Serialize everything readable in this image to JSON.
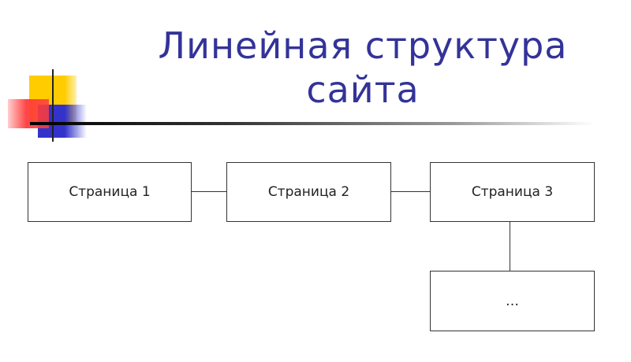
{
  "slide": {
    "title": "Линейная структура сайта"
  },
  "diagram": {
    "nodes": [
      {
        "id": "page1",
        "label": "Страница 1"
      },
      {
        "id": "page2",
        "label": "Страница 2"
      },
      {
        "id": "page3",
        "label": "Страница 3"
      },
      {
        "id": "more",
        "label": "…"
      }
    ],
    "edges": [
      {
        "from": "page1",
        "to": "page2"
      },
      {
        "from": "page2",
        "to": "page3"
      },
      {
        "from": "page3",
        "to": "more"
      }
    ]
  },
  "colors": {
    "title": "#333399",
    "accent_yellow": "#ffcc00",
    "accent_red": "#ff3333",
    "accent_blue": "#3333cc",
    "line": "#333333"
  }
}
